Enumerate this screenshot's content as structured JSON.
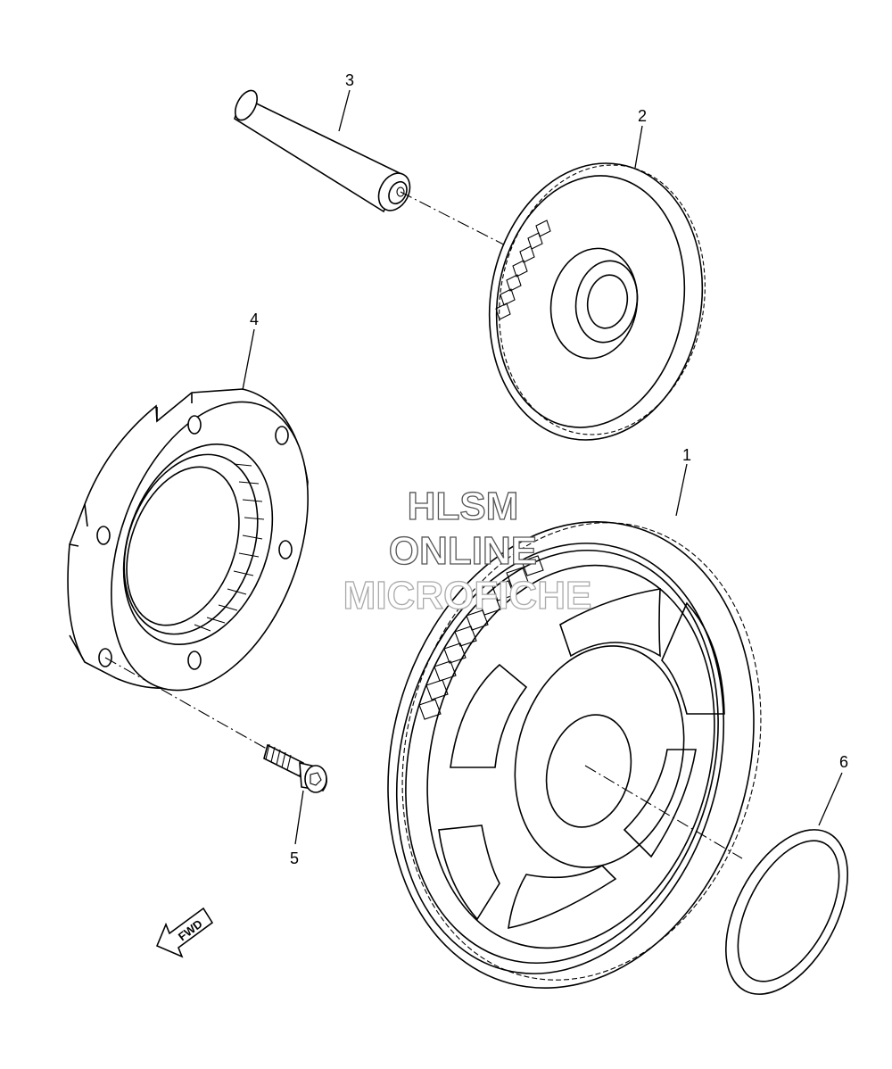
{
  "callouts": {
    "p1": "1",
    "p2": "2",
    "p3": "3",
    "p4": "4",
    "p5": "5",
    "p6": "6"
  },
  "watermark": {
    "line1": "HLSM",
    "line2": "ONLINE",
    "line3": "MICROFICHE"
  },
  "direction_label": "FWD"
}
